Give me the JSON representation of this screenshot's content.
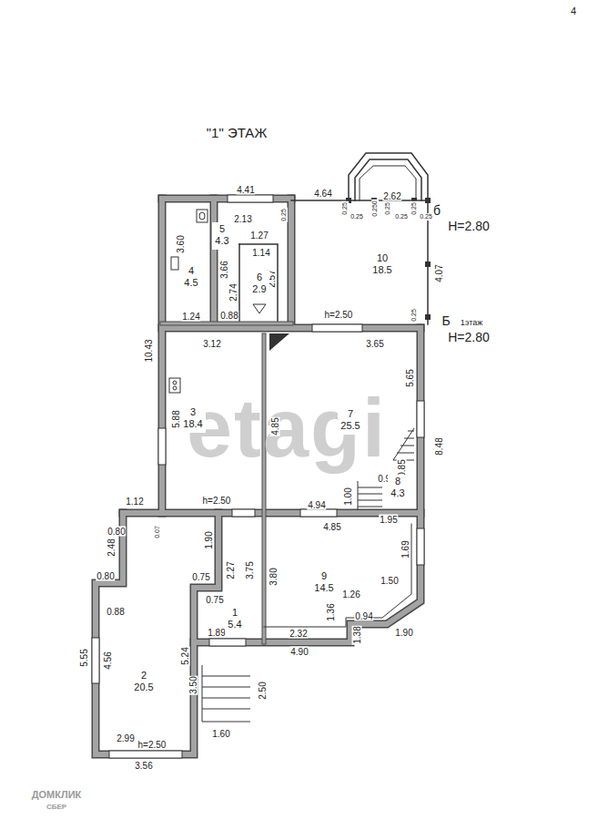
{
  "diagram": {
    "title": "\"1\" ЭТАЖ",
    "nodes": [
      {
        "text": [
          "5",
          "4.3"
        ]
      },
      {
        "text": [
          "4",
          "4.5"
        ]
      },
      {
        "text": [
          "10",
          "18.5"
        ]
      },
      {
        "text": [
          "6",
          "2.9"
        ]
      },
      {
        "text": [
          "3",
          "18.4"
        ]
      },
      {
        "text": [
          "7",
          "25.5"
        ]
      },
      {
        "text": [
          "8",
          "4.3"
        ]
      },
      {
        "text": [
          "9",
          "14.5"
        ]
      },
      {
        "text": [
          "1",
          "5.4"
        ]
      },
      {
        "text": [
          "2",
          "20.5"
        ]
      }
    ],
    "labels": [
      "etagi",
      "4",
      "4.41",
      "4.64",
      "2.62",
      "0.25",
      "0.25",
      "0.250",
      "0.25",
      "0.25",
      "0.25",
      "0.25",
      "0.25",
      "б",
      "H=2.80",
      "2.13",
      "1.27",
      "1.14",
      "3.60",
      "3.66",
      "2.74",
      "2.57",
      "4.07",
      "0.25",
      "Б",
      "1этаж",
      "H=2.80",
      "1.24",
      "0.88",
      "h=2.50",
      "10.43",
      "3.12",
      "3.65",
      "5.65",
      "5.88",
      "4.85",
      "8.48",
      "0.97",
      "0.85",
      "1.00",
      "1.95",
      "1.12",
      "h=2.50",
      "4.94",
      "4.85",
      "0.80",
      "0.07",
      "1.90",
      "2.48",
      "1.69",
      "2.27",
      "3.75",
      "3.80",
      "1.50",
      "0.80",
      "0.75",
      "1.26",
      "0.75",
      "1.90",
      "0.88",
      "1.36",
      "0.94",
      "1.89",
      "2.32",
      "1.38",
      "4.90",
      "5.55",
      "4.56",
      "5.24",
      "3.50",
      "2.50",
      "1.60",
      "2.99",
      "h=2.50",
      "3.56",
      "ДОМКЛИК",
      "СБЕР"
    ]
  }
}
